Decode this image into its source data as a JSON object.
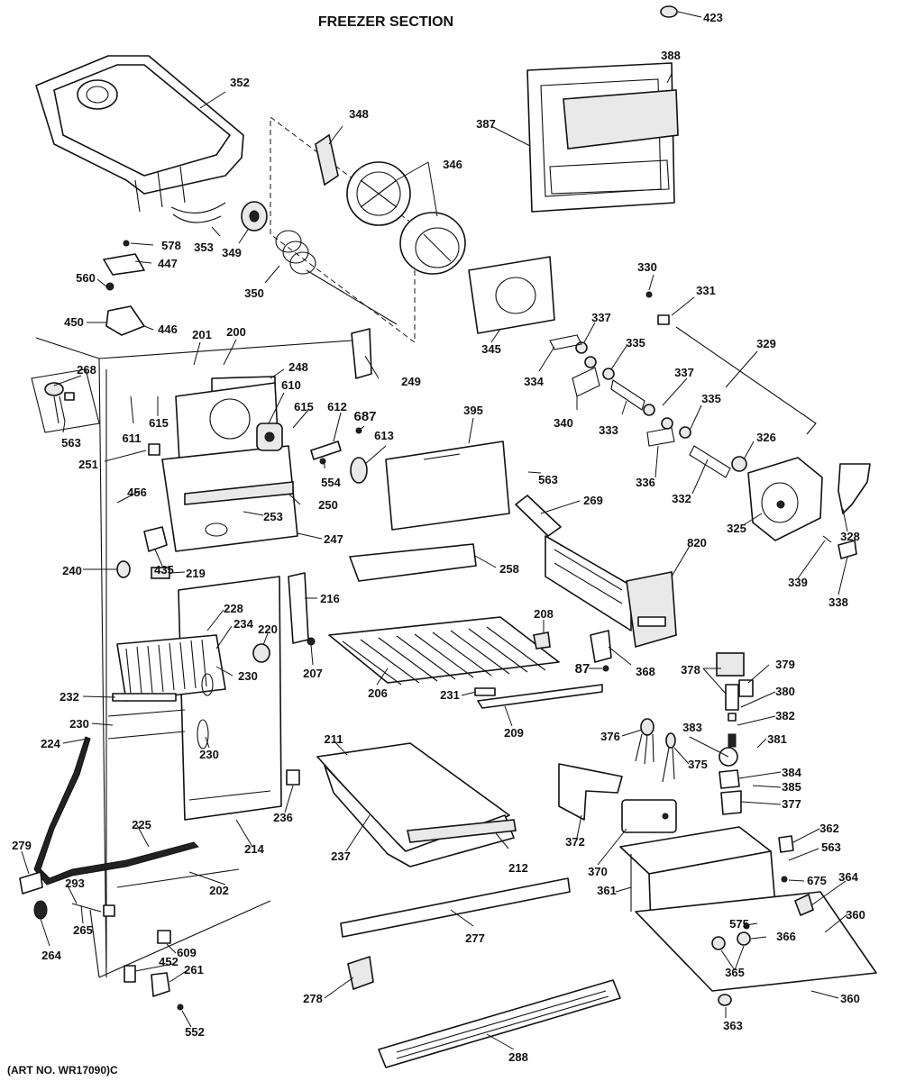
{
  "title": "FREEZER SECTION",
  "art_number": "(ART NO. WR17090)C",
  "part_labels": {
    "p423": "423",
    "p352": "352",
    "p348": "348",
    "p346": "346",
    "p387": "387",
    "p388": "388",
    "p578": "578",
    "p447": "447",
    "p560": "560",
    "p353": "353",
    "p349": "349",
    "p350": "350",
    "p330": "330",
    "p331": "331",
    "p329": "329",
    "p450": "450",
    "p446": "446",
    "p201": "201",
    "p200": "200",
    "p268": "268",
    "p248": "248",
    "p610": "610",
    "p249": "249",
    "p345": "345",
    "p337a": "337",
    "p335a": "335",
    "p334": "334",
    "p340": "340",
    "p333": "333",
    "p337b": "337",
    "p335b": "335",
    "p563a": "563",
    "p611": "611",
    "p615a": "615",
    "p615b": "615",
    "p612": "612",
    "p687": "687",
    "p613": "613",
    "p395": "395",
    "p326": "326",
    "p251": "251",
    "p554": "554",
    "p336": "336",
    "p332": "332",
    "p456": "456",
    "p250": "250",
    "p563b": "563",
    "p269": "269",
    "p253": "253",
    "p247": "247",
    "p325": "325",
    "p328": "328",
    "p820": "820",
    "p339": "339",
    "p338": "338",
    "p435": "435",
    "p240": "240",
    "p219": "219",
    "p258": "258",
    "p216": "216",
    "p228": "228",
    "p234": "234",
    "p220": "220",
    "p208": "208",
    "p207": "207",
    "p87": "87",
    "p368": "368",
    "p378": "378",
    "p379": "379",
    "p230a": "230",
    "p206": "206",
    "p380": "380",
    "p232": "232",
    "p231": "231",
    "p382": "382",
    "p230b": "230",
    "p209": "209",
    "p376": "376",
    "p383": "383",
    "p381": "381",
    "p224": "224",
    "p230c": "230",
    "p211": "211",
    "p375": "375",
    "p384": "384",
    "p385": "385",
    "p377": "377",
    "p236": "236",
    "p225": "225",
    "p214": "214",
    "p237": "237",
    "p212": "212",
    "p372": "372",
    "p362": "362",
    "p563c": "563",
    "p370": "370",
    "p675": "675",
    "p279": "279",
    "p293": "293",
    "p202": "202",
    "p361": "361",
    "p364": "364",
    "p265": "265",
    "p277": "277",
    "p575": "575",
    "p360a": "360",
    "p366": "366",
    "p264": "264",
    "p609": "609",
    "p452": "452",
    "p261": "261",
    "p365": "365",
    "p278": "278",
    "p360b": "360",
    "p552": "552",
    "p363": "363",
    "p288": "288"
  }
}
